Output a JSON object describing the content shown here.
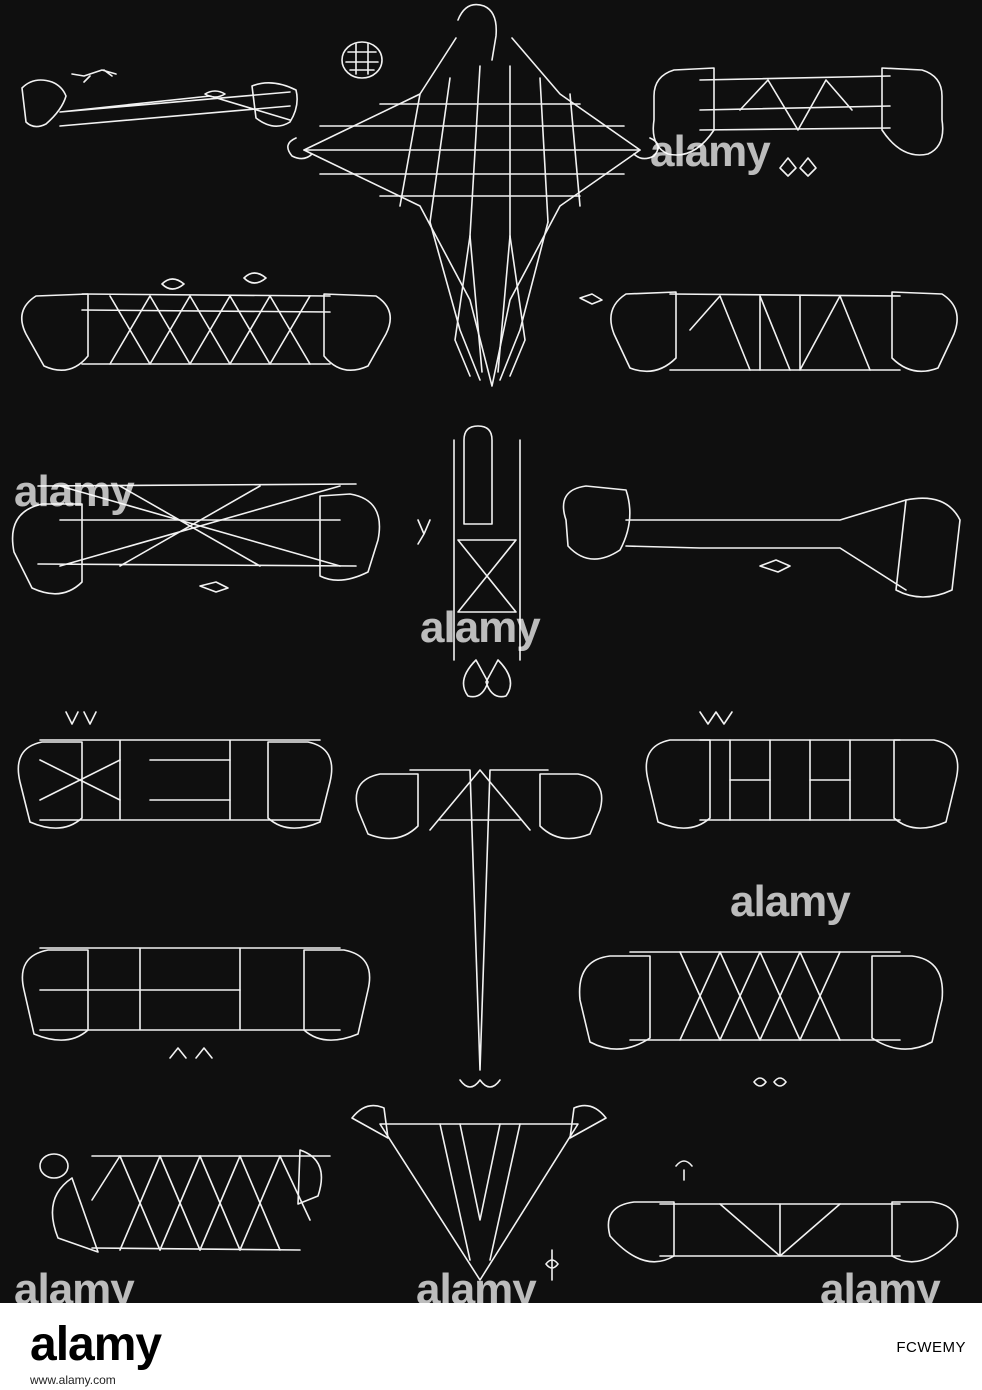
{
  "image": {
    "subject": "string-figures-plate",
    "palette": {
      "background": "#0f0f0f",
      "line": "#f2f2f2",
      "watermark": "#ffffff",
      "footer_background": "#ffffff",
      "footer_text": "#000000"
    }
  },
  "watermark": {
    "text": "alamy"
  },
  "footer": {
    "logo": "alamy",
    "image_id": "FCWEMY",
    "caption": "www.alamy.com"
  }
}
